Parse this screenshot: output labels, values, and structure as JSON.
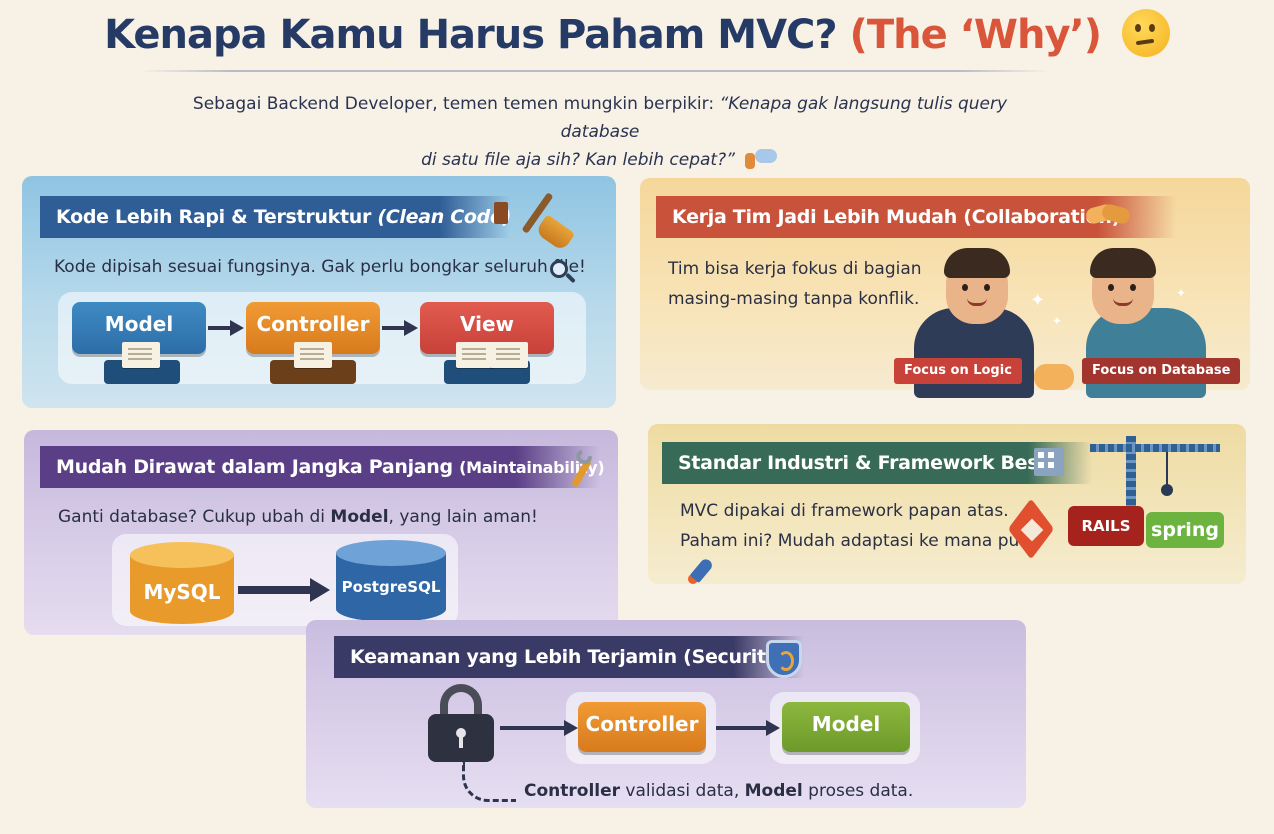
{
  "header": {
    "title_main": "Kenapa Kamu Harus Paham MVC?",
    "title_accent": "(The ‘Why’)",
    "emoji_icon": "thinking-face-icon",
    "subtitle_prefix": "Sebagai Backend Developer, temen temen mungkin berpikir: ",
    "subtitle_quote_line1": "“Kenapa gak langsung tulis query database",
    "subtitle_quote_line2": "di satu file aja sih? Kan lebih cepat?”"
  },
  "clean_code": {
    "title": "Kode Lebih Rapi & Terstruktur",
    "title_tag": "(Clean Code)",
    "description": "Kode dipisah sesuai fungsinya. Gak perlu bongkar seluruh file!",
    "boxes": [
      "Model",
      "Controller",
      "View"
    ]
  },
  "collaboration": {
    "title": "Kerja Tim Jadi Lebih Mudah (Collaboration)",
    "description_line1": "Tim bisa kerja fokus di bagian",
    "description_line2": "masing-masing tanpa konflik.",
    "tag_left": "Focus on Logic",
    "tag_right": "Focus on Database"
  },
  "maintainability": {
    "title": "Mudah Dirawat dalam Jangka Panjang",
    "title_tag": "(Maintainability)",
    "description_prefix": "Ganti database? Cukup ubah di ",
    "description_bold": "Model",
    "description_suffix": ", yang lain aman!",
    "db_from": "MySQL",
    "db_to": "PostgreSQL"
  },
  "industry": {
    "title": "Standar Industri & Framework Besar",
    "description_line1": "MVC dipakai di framework papan atas.",
    "description_line2": "Paham ini? Mudah adaptasi ke mana pun!",
    "logo_rails": "RAILS",
    "logo_spring": "spring"
  },
  "security": {
    "title": "Keamanan yang Lebih Terjamin (Security)",
    "box_controller": "Controller",
    "box_model": "Model",
    "caption_bold1": "Controller",
    "caption_mid": " validasi data, ",
    "caption_bold2": "Model",
    "caption_end": " proses data."
  },
  "colors": {
    "accent": "#d9563a",
    "title": "#263a66",
    "model": "#2c6ea7",
    "controller": "#d77a1c",
    "view": "#c8413a",
    "green": "#6c9a2a"
  }
}
